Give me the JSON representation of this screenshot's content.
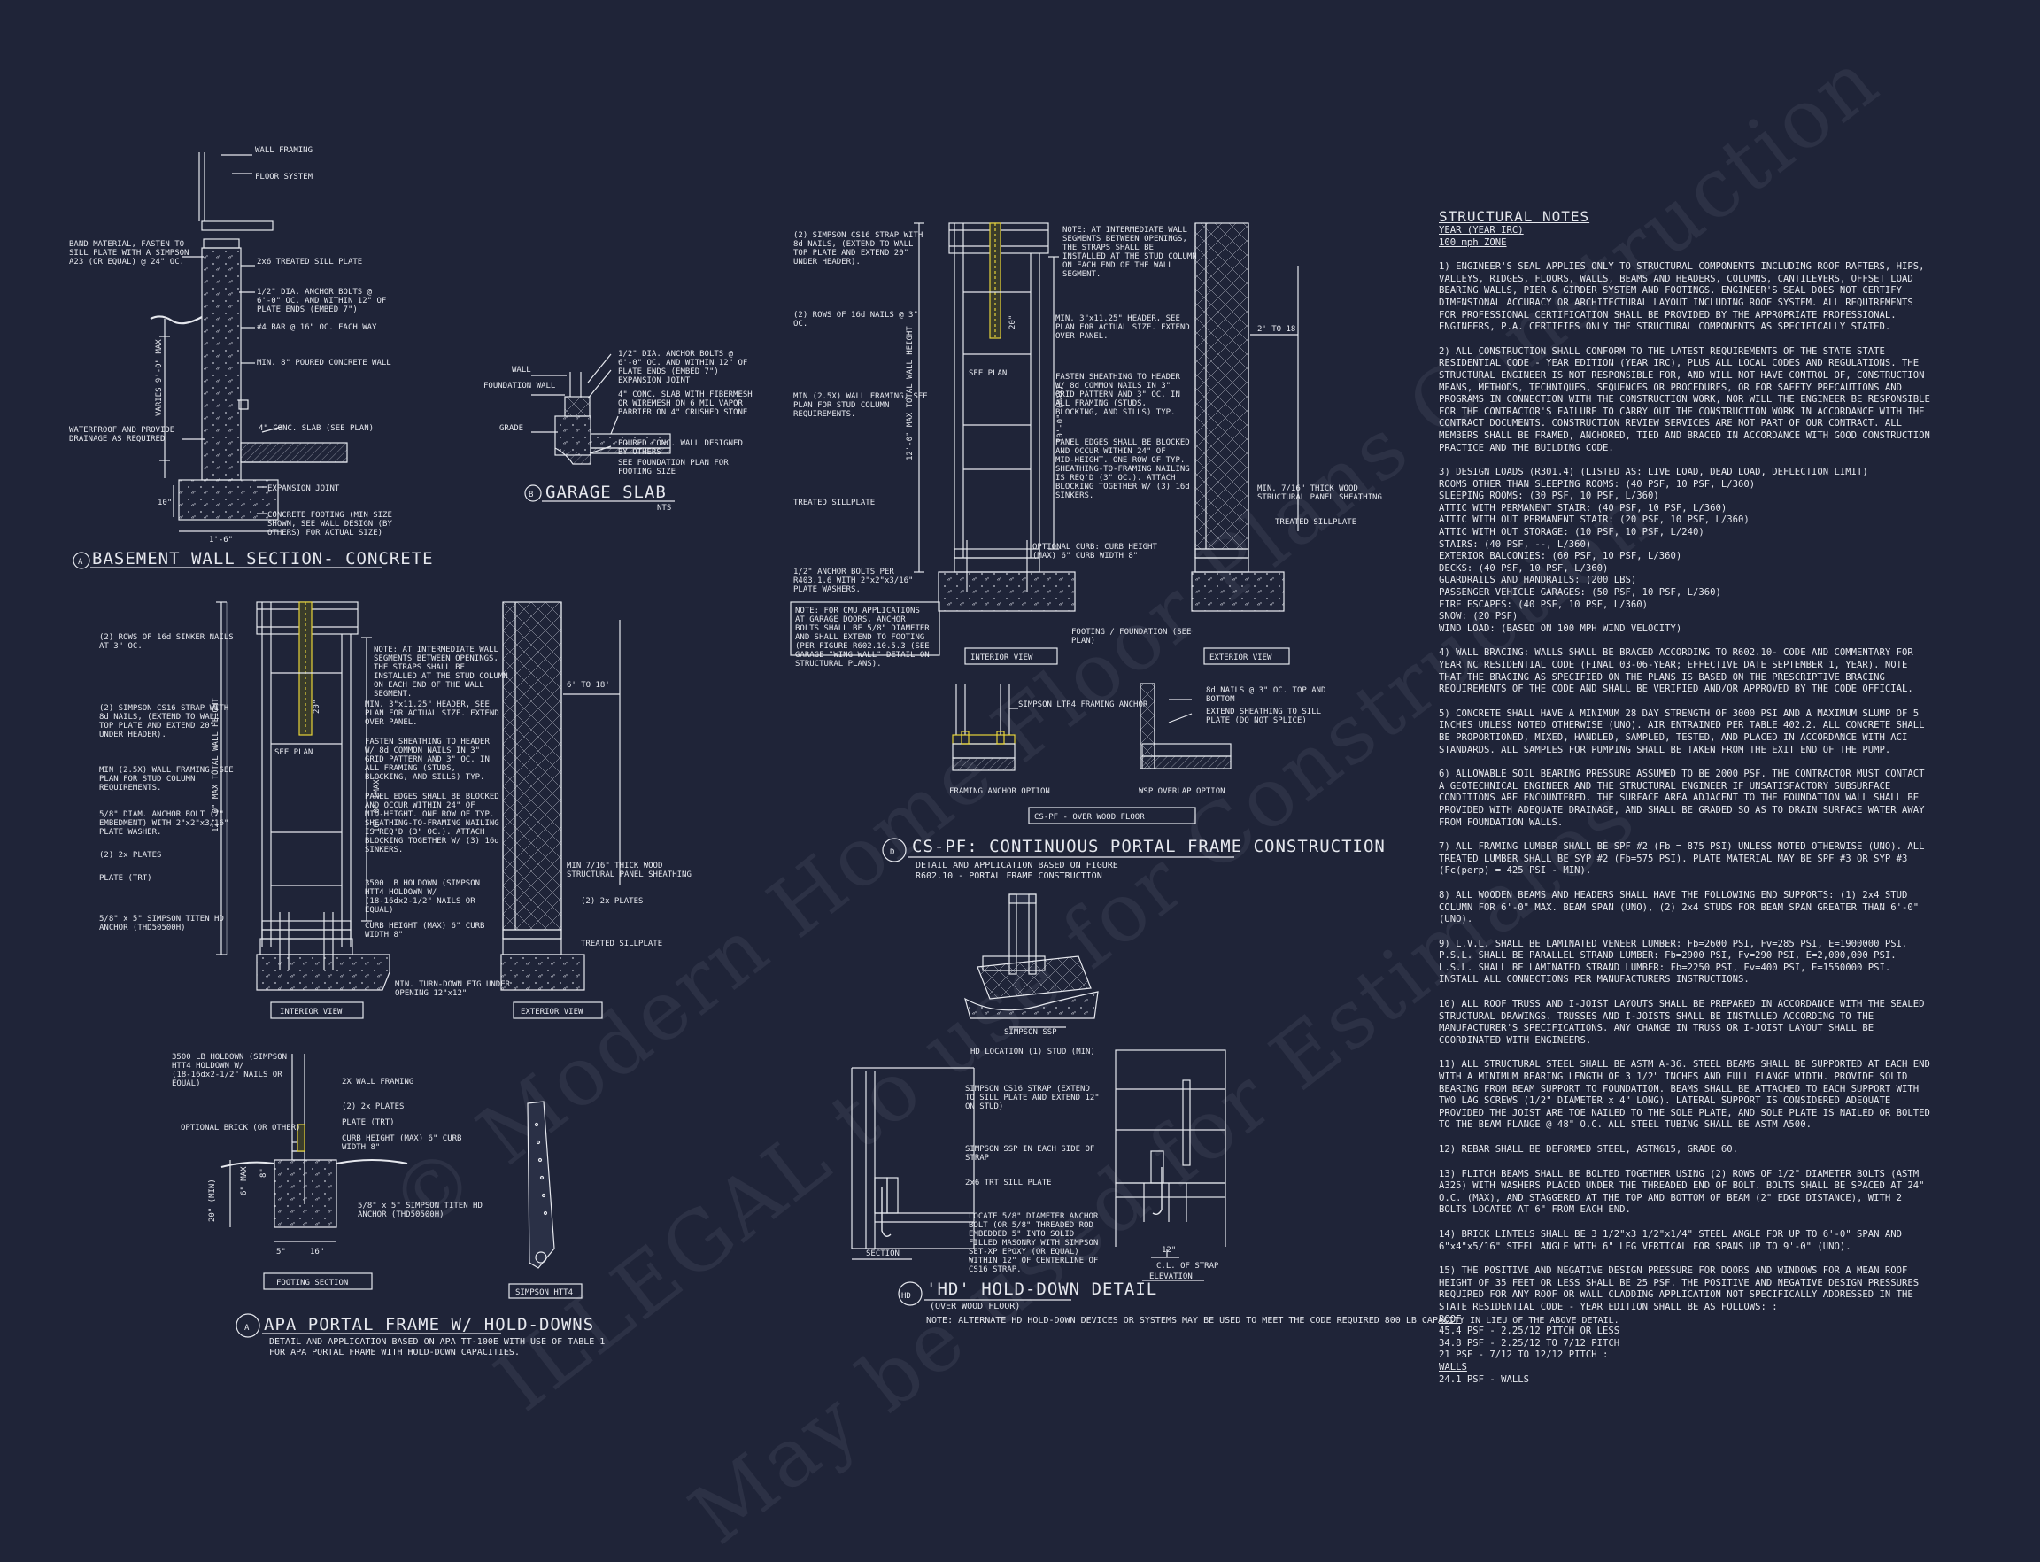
{
  "watermark": {
    "line1": "© Modern Home Floor Plans Construction",
    "line2": "ILLEGAL to use for Construction",
    "line3": "May be used for Estimates"
  },
  "basement": {
    "title": "BASEMENT WALL SECTION- CONCRETE",
    "marker": "A",
    "labels": {
      "wall_framing": "WALL FRAMING",
      "floor_system": "FLOOR SYSTEM",
      "band": "BAND MATERIAL, FASTEN TO SILL PLATE WITH A SIMPSON A23 (OR EQUAL) @ 24\" OC.",
      "sill": "2x6 TREATED SILL PLATE",
      "anchor": "1/2\" DIA. ANCHOR BOLTS @ 6'-0\" OC. AND WITHIN 12\" OF PLATE ENDS (EMBED 7\")",
      "bar": "#4 BAR @ 16\" OC. EACH WAY",
      "wall": "MIN. 8\" POURED CONCRETE WALL",
      "waterproof": "WATERPROOF AND PROVIDE DRAINAGE AS REQUIRED",
      "slab": "4\" CONC. SLAB (SEE PLAN)",
      "expansion": "EXPANSION JOINT",
      "footing": "CONCRETE FOOTING (MIN SIZE SHOWN, SEE WALL DESIGN (BY OTHERS) FOR ACTUAL SIZE)",
      "varies": "VARIES 9'-0\" MAX",
      "dim_10": "10\"",
      "dim_width": "1'-6\""
    }
  },
  "garage": {
    "title": "GARAGE SLAB",
    "marker": "B",
    "nts": "NTS",
    "labels": {
      "wall": "WALL",
      "foundation": "FOUNDATION WALL",
      "grade": "GRADE",
      "anchor": "1/2\" DIA. ANCHOR BOLTS @ 6'-0\" OC. AND WITHIN 12\" OF PLATE ENDS (EMBED 7\")",
      "expansion": "EXPANSION JOINT",
      "slab": "4\" CONC. SLAB WITH FIBERMESH OR WIREMESH ON 6 MIL VAPOR BARRIER ON 4\" CRUSHED STONE",
      "poured": "POURED CONC. WALL DESIGNED BY OTHERS",
      "see_plan": "SEE FOUNDATION PLAN FOR FOOTING SIZE"
    }
  },
  "apa": {
    "title": "APA PORTAL FRAME W/ HOLD-DOWNS",
    "marker": "A",
    "desc1": "DETAIL AND APPLICATION BASED ON APA TT-100E WITH USE OF TABLE 1",
    "desc2": "FOR APA PORTAL FRAME WITH HOLD-DOWN CAPACITIES.",
    "interior": "INTERIOR VIEW",
    "exterior": "EXTERIOR VIEW",
    "footing_section": "FOOTING SECTION",
    "simpson_htt4": "SIMPSON HTT4",
    "dim_6_18": "6' TO 18'",
    "labels": {
      "rows": "(2) ROWS OF 16d SINKER NAILS AT 3\" OC.",
      "strap": "(2) SIMPSON CS16 STRAP WITH 8d NAILS, (EXTEND TO WALL TOP PLATE AND EXTEND 20\" UNDER HEADER).",
      "framing": "MIN (2.5X) WALL FRAMING, SEE PLAN FOR STUD COLUMN REQUIREMENTS.",
      "bolt": "5/8\" DIAM. ANCHOR BOLT (7\" EMBEDMENT) WITH 2\"x2\"x3/16\" PLATE WASHER.",
      "plates": "(2) 2x PLATES",
      "plate_trt": "PLATE (TRT)",
      "titen": "5/8\" x 5\" SIMPSON TITEN HD ANCHOR (THD50500H)",
      "note": "NOTE: AT INTERMEDIATE WALL SEGMENTS BETWEEN OPENINGS, THE STRAPS SHALL BE INSTALLED AT THE STUD COLUMN ON EACH END OF THE WALL SEGMENT.",
      "header": "MIN. 3\"x11.25\" HEADER, SEE PLAN FOR ACTUAL SIZE. EXTEND OVER PANEL.",
      "fasten": "FASTEN SHEATHING TO HEADER W/ 8d COMMON NAILS IN 3\" GRID PATTERN AND 3\" OC. IN ALL FRAMING (STUDS, BLOCKING, AND SILLS) TYP.",
      "panel": "PANEL EDGES SHALL BE BLOCKED AND OCCUR WITHIN 24\" OF MID-HEIGHT. ONE ROW OF TYP. SHEATHING-TO-FRAMING NAILING IS REQ'D (3\" OC.). ATTACH BLOCKING TOGETHER W/ (3) 16d SINKERS.",
      "holdown": "3500 LB HOLDOWN (SIMPSON HTT4 HOLDOWN W/ (18-16dx2-1/2\" NAILS OR EQUAL)",
      "curb": "CURB HEIGHT (MAX) 6\" CURB WIDTH 8\"",
      "turn": "MIN. TURN-DOWN FTG UNDER OPENING 12\"x12\"",
      "osb": "MIN 7/16\" THICK WOOD STRUCTURAL PANEL SHEATHING",
      "plates2": "(2) 2x PLATES",
      "treated": "TREATED SILLPLATE",
      "total": "12'-0\" MAX TOTAL WALL HEIGHT",
      "ten": "10'-0\" (MAX)",
      "see_plan": "SEE PLAN",
      "dim_20": "20\"",
      "ftg_hold": "3500 LB HOLDOWN (SIMPSON HTT4 HOLDOWN W/ (18-16dx2-1/2\" NAILS OR EQUAL)",
      "ftg_framing": "2X WALL FRAMING",
      "ftg_plates": "(2) 2x PLATES",
      "ftg_plate": "PLATE (TRT)",
      "ftg_curb": "CURB HEIGHT (MAX) 6\" CURB WIDTH 8\"",
      "ftg_brick": "OPTIONAL BRICK (OR OTHER)",
      "ftg_titen": "5/8\" x 5\" SIMPSON TITEN HD ANCHOR (THD50500H)",
      "ftg_5": "5\"",
      "ftg_16": "16\"",
      "ftg_20min": "20\" (MIN)",
      "ftg_8": "8\"",
      "ftg_6max": "6\" MAX"
    }
  },
  "csff": {
    "title": "CS-PF: CONTINUOUS PORTAL FRAME CONSTRUCTION",
    "marker": "D",
    "desc1": "DETAIL AND APPLICATION BASED ON FIGURE",
    "desc2": "R602.10 - PORTAL FRAME CONSTRUCTION",
    "interior": "INTERIOR VIEW",
    "exterior": "EXTERIOR VIEW",
    "framing_anchor": "FRAMING ANCHOR OPTION",
    "wsp_overlap": "WSP OVERLAP OPTION",
    "over_floor": "CS-PF - OVER WOOD FLOOR",
    "simpson_ssp": "SIMPSON SSP",
    "dim_2_18": "2' TO 18'",
    "labels": {
      "strap": "(2) SIMPSON CS16 STRAP WITH 8d NAILS, (EXTEND TO WALL TOP PLATE AND EXTEND 20\" UNDER HEADER).",
      "rows": "(2) ROWS OF 16d NAILS @ 3\" OC.",
      "framing": "MIN (2.5X) WALL FRAMING, SEE PLAN FOR STUD COLUMN REQUIREMENTS.",
      "sill": "TREATED SILLPLATE",
      "bolts": "1/2\" ANCHOR BOLTS PER R403.1.6 WITH 2\"x2\"x3/16\" PLATE WASHERS.",
      "note_cmu": "NOTE: FOR CMU APPLICATIONS AT GARAGE DOORS, ANCHOR BOLTS SHALL BE 5/8\" DIAMETER AND SHALL EXTEND TO FOOTING (PER FIGURE R602.10.5.3 (SEE GARAGE \"WING WALL\" DETAIL ON STRUCTURAL PLANS).",
      "note": "NOTE: AT INTERMEDIATE WALL SEGMENTS BETWEEN OPENINGS, THE STRAPS SHALL BE INSTALLED AT THE STUD COLUMN ON EACH END OF THE WALL SEGMENT.",
      "header": "MIN. 3\"x11.25\" HEADER, SEE PLAN FOR ACTUAL SIZE. EXTEND OVER PANEL.",
      "fasten": "FASTEN SHEATHING TO HEADER W/ 8d COMMON NAILS IN 3\" GRID PATTERN AND 3\" OC. IN ALL FRAMING (STUDS, BLOCKING, AND SILLS) TYP.",
      "panel": "PANEL EDGES SHALL BE BLOCKED AND OCCUR WITHIN 24\" OF MID-HEIGHT. ONE ROW OF TYP. SHEATHING-TO-FRAMING NAILING IS REQ'D (3\" OC.). ATTACH BLOCKING TOGETHER W/ (3) 16d SINKERS.",
      "curb": "OPTIONAL CURB: CURB HEIGHT (MAX) 6\" CURB WIDTH 8\"",
      "footing": "FOOTING / FOUNDATION (SEE PLAN)",
      "osb": "MIN. 7/16\" THICK WOOD STRUCTURAL PANEL SHEATHING",
      "treated": "TREATED SILLPLATE",
      "total": "12'-0\" MAX TOTAL WALL HEIGHT",
      "ten": "10'-0\" (MAX)",
      "see_plan": "SEE PLAN",
      "dim_20": "20\"",
      "ltp4": "SIMPSON LTP4 FRAMING ANCHOR",
      "nails_8d": "8d NAILS @ 3\" OC. TOP AND BOTTOM",
      "extend": "EXTEND SHEATHING TO SILL PLATE (DO NOT SPLICE)"
    }
  },
  "hd": {
    "title": "'HD' HOLD-DOWN DETAIL",
    "subtitle": "(OVER WOOD FLOOR)",
    "marker": "HD",
    "note": "NOTE: ALTERNATE HD HOLD-DOWN DEVICES OR SYSTEMS MAY BE USED TO MEET THE CODE REQUIRED 800 LB CAPACITY IN LIEU OF THE ABOVE DETAIL.",
    "section": "SECTION",
    "elevation": "ELEVATION",
    "labels": {
      "location": "HD LOCATION (1) STUD (MIN)",
      "strap": "SIMPSON CS16 STRAP (EXTEND TO SILL PLATE AND EXTEND 12\" ON STUD)",
      "ssp": "SIMPSON SSP IN EACH SIDE OF STRAP",
      "sill": "2x6 TRT SILL PLATE",
      "locate": "LOCATE 5/8\" DIAMETER ANCHOR BOLT (OR 5/8\" THREADED ROD EMBEDDED 5\" INTO SOLID FILLED MASONRY WITH SIMPSON SET-XP EPOXY (OR EQUAL) WITHIN 12\" OF CENTERLINE OF CS16 STRAP.",
      "dim_12": "12\"",
      "cl": "C.L. OF STRAP"
    }
  },
  "notes": {
    "title": "STRUCTURAL NOTES",
    "year": "YEAR (YEAR IRC)",
    "wind": "100 mph ZONE",
    "p1": "1) ENGINEER'S SEAL APPLIES ONLY TO STRUCTURAL COMPONENTS INCLUDING ROOF RAFTERS, HIPS, VALLEYS, RIDGES, FLOORS, WALLS, BEAMS AND HEADERS, COLUMNS, CANTILEVERS, OFFSET LOAD BEARING WALLS, PIER & GIRDER SYSTEM AND FOOTINGS. ENGINEER'S SEAL DOES NOT CERTIFY DIMENSIONAL ACCURACY OR ARCHITECTURAL LAYOUT INCLUDING ROOF SYSTEM. ALL REQUIREMENTS FOR PROFESSIONAL CERTIFICATION SHALL BE PROVIDED BY THE APPROPRIATE PROFESSIONAL. ENGINEERS, P.A. CERTIFIES ONLY THE STRUCTURAL COMPONENTS AS SPECIFICALLY STATED.",
    "p2": "2) ALL CONSTRUCTION SHALL CONFORM TO THE LATEST REQUIREMENTS OF THE STATE STATE RESIDENTIAL CODE - YEAR EDITION (YEAR IRC), PLUS ALL LOCAL CODES AND REGULATIONS. THE STRUCTURAL ENGINEER IS NOT RESPONSIBLE FOR, AND WILL NOT HAVE CONTROL OF, CONSTRUCTION MEANS, METHODS, TECHNIQUES, SEQUENCES OR PROCEDURES, OR FOR SAFETY PRECAUTIONS AND PROGRAMS IN CONNECTION WITH THE CONSTRUCTION WORK, NOR WILL THE ENGINEER BE RESPONSIBLE FOR THE CONTRACTOR'S FAILURE TO CARRY OUT THE CONSTRUCTION WORK IN ACCORDANCE WITH THE CONTRACT DOCUMENTS. CONSTRUCTION REVIEW SERVICES ARE NOT PART OF OUR CONTRACT. ALL MEMBERS SHALL BE FRAMED, ANCHORED, TIED AND BRACED IN ACCORDANCE WITH GOOD CONSTRUCTION PRACTICE AND THE BUILDING CODE.",
    "p3_head": "3) DESIGN LOADS (R301.4) (LISTED AS: LIVE LOAD, DEAD LOAD, DEFLECTION LIMIT)",
    "p3_lines": [
      "ROOMS OTHER THAN SLEEPING ROOMS: (40 PSF, 10 PSF, L/360)",
      "SLEEPING ROOMS: (30 PSF, 10 PSF, L/360)",
      "ATTIC WITH PERMANENT STAIR: (40 PSF, 10 PSF, L/360)",
      "ATTIC WITH OUT PERMANENT STAIR: (20 PSF, 10 PSF, L/360)",
      "ATTIC WITH OUT STORAGE: (10 PSF, 10 PSF, L/240)",
      "STAIRS: (40 PSF, --, L/360)",
      "EXTERIOR BALCONIES: (60 PSF, 10 PSF, L/360)",
      "DECKS: (40 PSF, 10 PSF, L/360)",
      "GUARDRAILS AND HANDRAILS: (200 LBS)",
      "PASSENGER VEHICLE GARAGES: (50 PSF, 10 PSF, L/360)",
      "FIRE ESCAPES: (40 PSF, 10 PSF, L/360)",
      "SNOW: (20 PSF)",
      "WIND LOAD: (BASED ON 100 MPH WIND VELOCITY)"
    ],
    "p4": "4) WALL BRACING: WALLS SHALL BE BRACED ACCORDING TO R602.10- CODE AND COMMENTARY FOR YEAR NC RESIDENTIAL CODE (FINAL 03-06-YEAR; EFFECTIVE DATE SEPTEMBER 1, YEAR). NOTE THAT THE BRACING AS SPECIFIED ON THE PLANS IS BASED ON THE PRESCRIPTIVE BRACING REQUIREMENTS OF THE CODE AND SHALL BE VERIFIED AND/OR APPROVED BY THE CODE OFFICIAL.",
    "p5": "5) CONCRETE SHALL HAVE A MINIMUM 28 DAY STRENGTH OF 3000 PSI AND A MAXIMUM SLUMP OF 5 INCHES UNLESS NOTED OTHERWISE (UNO). AIR ENTRAINED PER TABLE 402.2. ALL CONCRETE SHALL BE PROPORTIONED, MIXED, HANDLED, SAMPLED, TESTED, AND PLACED IN ACCORDANCE WITH ACI STANDARDS. ALL SAMPLES FOR PUMPING SHALL BE TAKEN FROM THE EXIT END OF THE PUMP.",
    "p6": "6) ALLOWABLE SOIL BEARING PRESSURE ASSUMED TO BE 2000 PSF. THE CONTRACTOR MUST CONTACT A GEOTECHNICAL ENGINEER AND THE STRUCTURAL ENGINEER IF UNSATISFACTORY SUBSURFACE CONDITIONS ARE ENCOUNTERED. THE SURFACE AREA ADJACENT TO THE FOUNDATION WALL SHALL BE PROVIDED WITH ADEQUATE DRAINAGE, AND SHALL BE GRADED SO AS TO DRAIN SURFACE WATER AWAY FROM FOUNDATION WALLS.",
    "p7": "7) ALL FRAMING LUMBER SHALL BE SPF #2 (Fb = 875 PSI) UNLESS NOTED OTHERWISE (UNO). ALL TREATED LUMBER SHALL BE SYP #2 (Fb=575 PSI). PLATE MATERIAL MAY BE SPF #3 OR SYP #3 (Fc(perp) = 425 PSI - MIN).",
    "p8": "8) ALL WOODEN BEAMS AND HEADERS SHALL HAVE THE FOLLOWING END SUPPORTS: (1) 2x4 STUD COLUMN FOR 6'-0\" MAX. BEAM SPAN (UNO), (2) 2x4 STUDS FOR BEAM SPAN GREATER THAN 6'-0\" (UNO).",
    "p9": "9) L.V.L. SHALL BE LAMINATED VENEER LUMBER: Fb=2600 PSI, Fv=285 PSI, E=1900000 PSI. P.S.L. SHALL BE PARALLEL STRAND LUMBER: Fb=2900 PSI, Fv=290 PSI, E=2,000,000 PSI. L.S.L. SHALL BE LAMINATED STRAND LUMBER: Fb=2250 PSI, Fv=400 PSI, E=1550000 PSI. INSTALL ALL CONNECTIONS PER MANUFACTURERS INSTRUCTIONS.",
    "p10": "10) ALL ROOF TRUSS AND I-JOIST LAYOUTS SHALL BE PREPARED IN ACCORDANCE WITH THE SEALED STRUCTURAL DRAWINGS. TRUSSES AND I-JOISTS SHALL BE INSTALLED ACCORDING TO THE MANUFACTURER'S SPECIFICATIONS. ANY CHANGE IN TRUSS OR I-JOIST LAYOUT SHALL BE COORDINATED WITH ENGINEERS.",
    "p11": "11) ALL STRUCTURAL STEEL SHALL BE ASTM A-36. STEEL BEAMS SHALL BE SUPPORTED AT EACH END WITH A MINIMUM BEARING LENGTH OF 3 1/2\" INCHES AND FULL FLANGE WIDTH. PROVIDE SOLID BEARING FROM BEAM SUPPORT TO FOUNDATION. BEAMS SHALL BE ATTACHED TO EACH SUPPORT WITH TWO LAG SCREWS (1/2\" DIAMETER x 4\" LONG). LATERAL SUPPORT IS CONSIDERED ADEQUATE PROVIDED THE JOIST ARE TOE NAILED TO THE SOLE PLATE, AND SOLE PLATE IS NAILED OR BOLTED TO THE BEAM FLANGE @ 48\" O.C. ALL STEEL TUBING SHALL BE ASTM A500.",
    "p12": "12) REBAR SHALL BE DEFORMED STEEL, ASTM615, GRADE 60.",
    "p13": "13) FLITCH BEAMS SHALL BE BOLTED TOGETHER USING (2) ROWS OF 1/2\" DIAMETER BOLTS (ASTM A325) WITH WASHERS PLACED UNDER THE THREADED END OF BOLT. BOLTS SHALL BE SPACED AT 24\" O.C. (MAX), AND STAGGERED AT THE TOP AND BOTTOM OF BEAM (2\" EDGE DISTANCE), WITH 2 BOLTS LOCATED AT 6\" FROM EACH END.",
    "p14": "14) BRICK LINTELS SHALL BE 3 1/2\"x3 1/2\"x1/4\" STEEL ANGLE FOR UP TO 6'-0\" SPAN AND 6\"x4\"x5/16\" STEEL ANGLE WITH 6\" LEG VERTICAL FOR SPANS UP TO 9'-0\" (UNO).",
    "p15": "15) THE POSITIVE AND NEGATIVE DESIGN PRESSURE FOR DOORS AND WINDOWS FOR A MEAN ROOF HEIGHT OF 35 FEET OR LESS SHALL BE 25 PSF. THE POSITIVE AND NEGATIVE DESIGN PRESSURES REQUIRED FOR ANY ROOF OR WALL CLADDING APPLICATION NOT SPECIFICALLY ADDRESSED IN THE STATE RESIDENTIAL CODE - YEAR EDITION SHALL BE AS FOLLOWS: :",
    "roof_head": "ROOF",
    "roof_lines": [
      "45.4 PSF - 2.25/12 PITCH OR LESS",
      "34.8 PSF - 2.25/12 TO 7/12 PITCH",
      "21 PSF - 7/12 TO 12/12 PITCH :"
    ],
    "walls_head": "WALLS",
    "walls_line": "24.1 PSF - WALLS"
  },
  "colors": {
    "background": "#1f2438",
    "line": "#e6e8ee",
    "strap": "#e6d33a"
  }
}
